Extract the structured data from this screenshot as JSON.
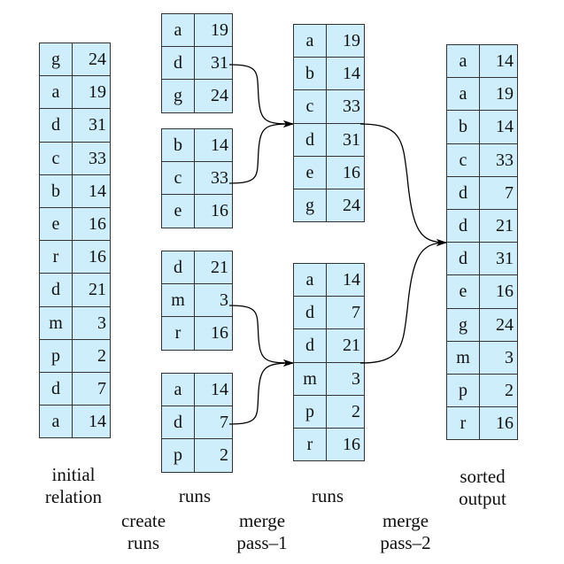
{
  "initial_relation": [
    [
      "g",
      "24"
    ],
    [
      "a",
      "19"
    ],
    [
      "d",
      "31"
    ],
    [
      "c",
      "33"
    ],
    [
      "b",
      "14"
    ],
    [
      "e",
      "16"
    ],
    [
      "r",
      "16"
    ],
    [
      "d",
      "21"
    ],
    [
      "m",
      "3"
    ],
    [
      "p",
      "2"
    ],
    [
      "d",
      "7"
    ],
    [
      "a",
      "14"
    ]
  ],
  "runs": [
    [
      [
        "a",
        "19"
      ],
      [
        "d",
        "31"
      ],
      [
        "g",
        "24"
      ]
    ],
    [
      [
        "b",
        "14"
      ],
      [
        "c",
        "33"
      ],
      [
        "e",
        "16"
      ]
    ],
    [
      [
        "d",
        "21"
      ],
      [
        "m",
        "3"
      ],
      [
        "r",
        "16"
      ]
    ],
    [
      [
        "a",
        "14"
      ],
      [
        "d",
        "7"
      ],
      [
        "p",
        "2"
      ]
    ]
  ],
  "merged_runs": [
    [
      [
        "a",
        "19"
      ],
      [
        "b",
        "14"
      ],
      [
        "c",
        "33"
      ],
      [
        "d",
        "31"
      ],
      [
        "e",
        "16"
      ],
      [
        "g",
        "24"
      ]
    ],
    [
      [
        "a",
        "14"
      ],
      [
        "d",
        "7"
      ],
      [
        "d",
        "21"
      ],
      [
        "m",
        "3"
      ],
      [
        "p",
        "2"
      ],
      [
        "r",
        "16"
      ]
    ]
  ],
  "sorted_output": [
    [
      "a",
      "14"
    ],
    [
      "a",
      "19"
    ],
    [
      "b",
      "14"
    ],
    [
      "c",
      "33"
    ],
    [
      "d",
      "7"
    ],
    [
      "d",
      "21"
    ],
    [
      "d",
      "31"
    ],
    [
      "e",
      "16"
    ],
    [
      "g",
      "24"
    ],
    [
      "m",
      "3"
    ],
    [
      "p",
      "2"
    ],
    [
      "r",
      "16"
    ]
  ],
  "labels": {
    "initial_relation": "initial\nrelation",
    "runs_1": "runs",
    "runs_2": "runs",
    "sorted_output": "sorted\noutput",
    "create_runs": "create\nruns",
    "merge_pass_1": "merge\npass–1",
    "merge_pass_2": "merge\npass–2"
  },
  "colors": {
    "cell_fill": "#cdeefa",
    "border": "#333333",
    "arrow": "#000000"
  }
}
